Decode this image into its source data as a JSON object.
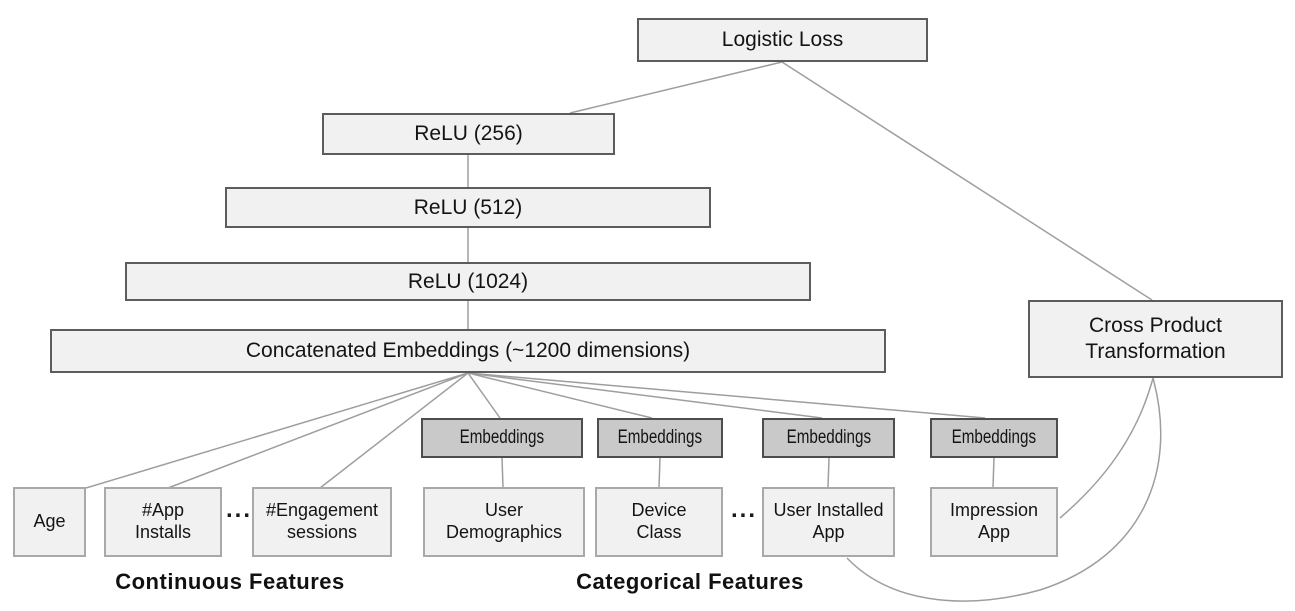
{
  "colors": {
    "box_fill_light": "#f1f1f2",
    "box_fill_dark": "#c9c9ca",
    "box_border_dark": "#4d4d4d",
    "box_border_medium": "#5c5c5c",
    "box_border_light": "#a9a9a9",
    "connector_gray": "#9e9e9e",
    "text": "#141414"
  },
  "nodes": {
    "logistic_loss": "Logistic Loss",
    "relu_256": "ReLU (256)",
    "relu_512": "ReLU (512)",
    "relu_1024": "ReLU (1024)",
    "concatenated_embeddings": "Concatenated Embeddings (~1200 dimensions)",
    "cross_product": {
      "line1": "Cross Product",
      "line2": "Transformation"
    },
    "embeddings": [
      {
        "label": "Embeddings"
      },
      {
        "label": "Embeddings"
      },
      {
        "label": "Embeddings"
      },
      {
        "label": "Embeddings"
      }
    ]
  },
  "features": {
    "age": {
      "line1": "Age"
    },
    "app_installs": {
      "line1": "#App",
      "line2": "Installs"
    },
    "engagement_sessions": {
      "line1": "#Engagement",
      "line2": "sessions"
    },
    "user_demographics": {
      "line1": "User",
      "line2": "Demographics"
    },
    "device_class": {
      "line1": "Device",
      "line2": "Class"
    },
    "user_installed_app": {
      "line1": "User Installed",
      "line2": "App"
    },
    "impression_app": {
      "line1": "Impression",
      "line2": "App"
    },
    "ellipsis_continuous": "...",
    "ellipsis_categorical": "..."
  },
  "group_labels": {
    "continuous": "Continuous Features",
    "categorical": "Categorical Features"
  }
}
